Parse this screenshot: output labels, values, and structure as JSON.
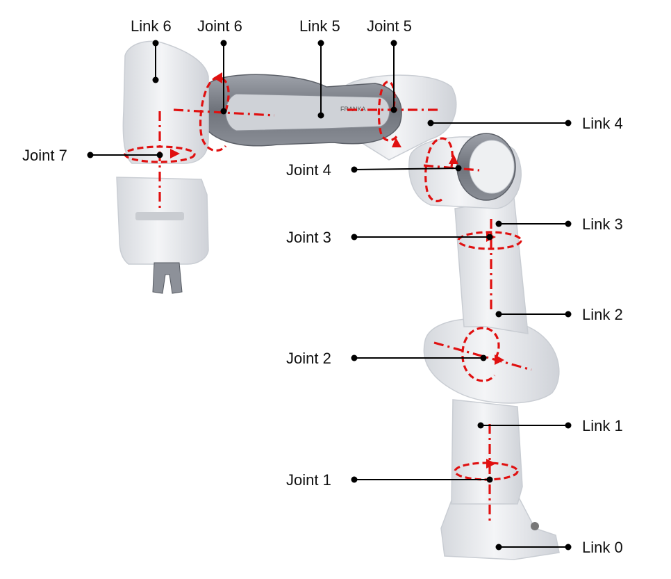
{
  "labels": {
    "link0": "Link 0",
    "link1": "Link 1",
    "link2": "Link 2",
    "link3": "Link 3",
    "link4": "Link 4",
    "link5": "Link 5",
    "link6": "Link 6",
    "joint1": "Joint 1",
    "joint2": "Joint 2",
    "joint3": "Joint 3",
    "joint4": "Joint 4",
    "joint5": "Joint 5",
    "joint6": "Joint 6",
    "joint7": "Joint 7"
  },
  "brand_text": "FRANKA",
  "colors": {
    "axis": "#e01010",
    "robot_body": "#e4e6ea",
    "robot_dark": "#7b7f87",
    "text": "#111111"
  }
}
